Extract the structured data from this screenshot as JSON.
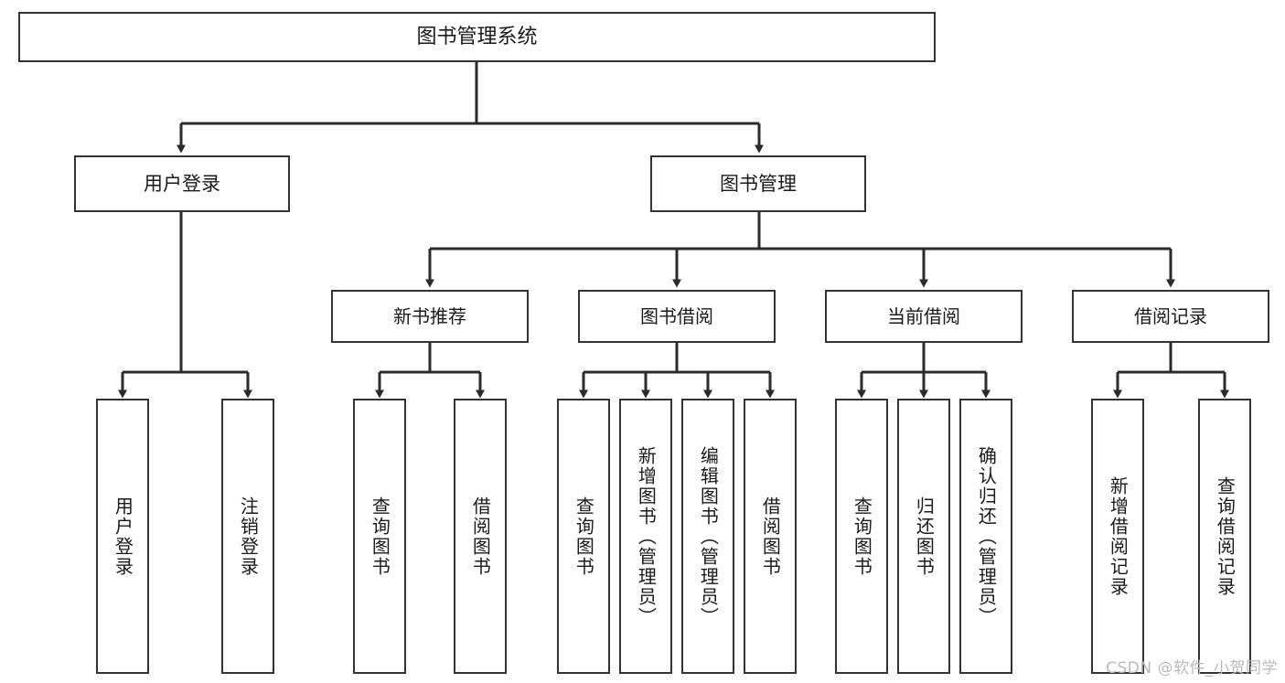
{
  "diagram": {
    "type": "tree-hierarchy-diagram",
    "root": {
      "id": "root",
      "label": "图书管理系统"
    },
    "level2": [
      {
        "id": "user-login",
        "label": "用户登录"
      },
      {
        "id": "book-manage",
        "label": "图书管理"
      }
    ],
    "level3": [
      {
        "id": "new-book-recommend",
        "label": "新书推荐"
      },
      {
        "id": "book-borrow",
        "label": "图书借阅"
      },
      {
        "id": "current-borrow",
        "label": "当前借阅"
      },
      {
        "id": "borrow-record",
        "label": "借阅记录"
      }
    ],
    "leaves": [
      {
        "id": "leaf-user-login",
        "parent": "user-login",
        "label": "用户登录"
      },
      {
        "id": "leaf-user-logout",
        "parent": "user-login",
        "label": "注销登录"
      },
      {
        "id": "leaf-query-book-1",
        "parent": "new-book-recommend",
        "label": "查询图书"
      },
      {
        "id": "leaf-borrow-book-1",
        "parent": "new-book-recommend",
        "label": "借阅图书"
      },
      {
        "id": "leaf-query-book-2",
        "parent": "book-borrow",
        "label": "查询图书"
      },
      {
        "id": "leaf-add-book",
        "parent": "book-borrow",
        "label": "新增图书（管理员）"
      },
      {
        "id": "leaf-edit-book",
        "parent": "book-borrow",
        "label": "编辑图书（管理员）"
      },
      {
        "id": "leaf-borrow-book-2",
        "parent": "book-borrow",
        "label": "借阅图书"
      },
      {
        "id": "leaf-query-book-3",
        "parent": "current-borrow",
        "label": "查询图书"
      },
      {
        "id": "leaf-return-book",
        "parent": "current-borrow",
        "label": "归还图书"
      },
      {
        "id": "leaf-confirm-return",
        "parent": "current-borrow",
        "label": "确认归还（管理员）"
      },
      {
        "id": "leaf-add-record",
        "parent": "borrow-record",
        "label": "新增借阅记录"
      },
      {
        "id": "leaf-query-record",
        "parent": "borrow-record",
        "label": "查询借阅记录"
      }
    ]
  },
  "watermark": {
    "text": "CSDN @软件_小贺同学"
  },
  "colors": {
    "border": "#333333",
    "background": "#ffffff",
    "text": "#1a1a1a",
    "watermark": "#b9b9b9"
  }
}
